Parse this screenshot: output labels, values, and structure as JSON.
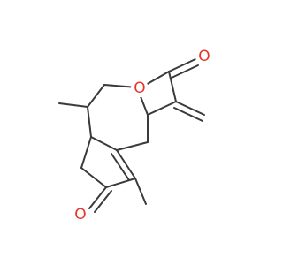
{
  "structure": {
    "atom_labels": [
      {
        "id": "ring-oxygen",
        "symbol": "O",
        "color": "#e8342a"
      },
      {
        "id": "lactone-carbonyl-oxygen",
        "symbol": "O",
        "color": "#e8342a"
      },
      {
        "id": "ketone-oxygen",
        "symbol": "O",
        "color": "#e8342a"
      }
    ],
    "bond_color": "#3a3a3a"
  }
}
